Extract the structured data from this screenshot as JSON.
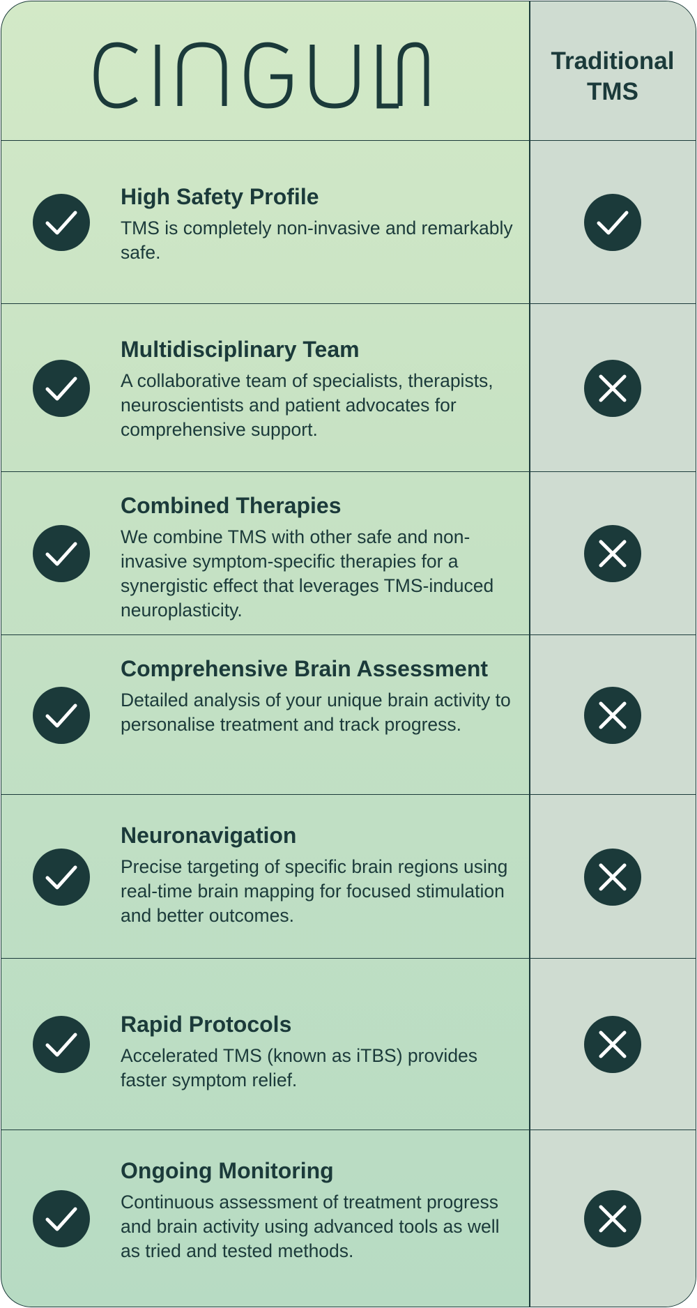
{
  "brand": {
    "name": "CINGULUM",
    "color": "#1b3a3a"
  },
  "comparison": {
    "competitor_label": "Traditional\nTMS"
  },
  "features": [
    {
      "title": "High Safety Profile",
      "description": "TMS is completely non-invasive and remarkably safe.",
      "cingulum": "check-icon",
      "traditional": "check-icon"
    },
    {
      "title": "Multidisciplinary Team",
      "description": "A collaborative team of specialists, therapists, neuroscientists and patient advocates for comprehensive support.",
      "cingulum": "check-icon",
      "traditional": "cross-icon"
    },
    {
      "title": "Combined Therapies",
      "description": "We combine TMS with other safe and non-invasive symptom-specific therapies for a synergistic effect that leverages TMS-induced neuroplasticity.",
      "cingulum": "check-icon",
      "traditional": "cross-icon"
    },
    {
      "title": "Comprehensive Brain Assessment",
      "description": "Detailed analysis of your unique brain activity to personalise treatment and track progress.",
      "cingulum": "check-icon",
      "traditional": "cross-icon"
    },
    {
      "title": "Neuronavigation",
      "description": "Precise targeting of specific brain regions using real-time brain mapping for focused stimulation and better outcomes.",
      "cingulum": "check-icon",
      "traditional": "cross-icon"
    },
    {
      "title": "Rapid Protocols",
      "description": "Accelerated TMS (known as iTBS) provides faster symptom relief.",
      "cingulum": "check-icon",
      "traditional": "cross-icon"
    },
    {
      "title": "Ongoing Monitoring",
      "description": "Continuous assessment of treatment progress and brain activity using advanced tools as well as tried and tested methods.",
      "cingulum": "check-icon",
      "traditional": "cross-icon"
    }
  ]
}
